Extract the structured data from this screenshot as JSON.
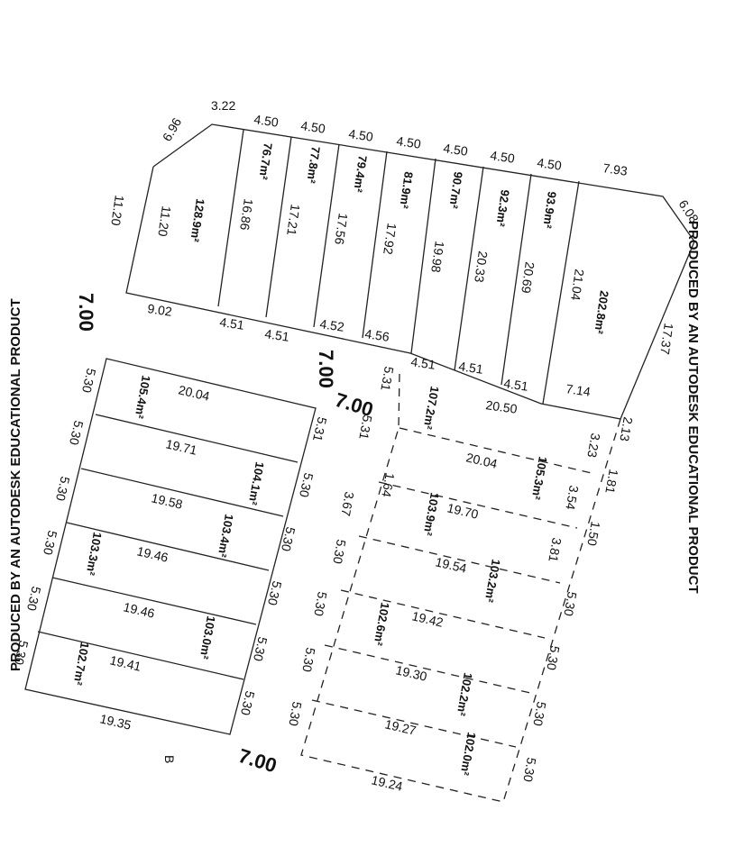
{
  "watermark": {
    "left": "PRODUCED BY AN AUTODESK EDUCATIONAL PRODUCT",
    "right": "PRODUCED BY AN AUTODESK EDUCATIONAL PRODUCT"
  },
  "roads": {
    "r1": "7.00",
    "r2": "7.00",
    "r3": "7.00",
    "r4": "7.00"
  },
  "block_marker": "B",
  "top_block": {
    "dims": [
      "6.96",
      "3.22",
      "4.50",
      "4.50",
      "4.50",
      "4.50",
      "4.50",
      "4.50",
      "4.50",
      "7.93",
      "6.08",
      "11.20",
      "11.20",
      "16.86",
      "17.21",
      "17.56",
      "17.92",
      "19.98",
      "20.33",
      "20.69",
      "21.04",
      "9.02",
      "4.51",
      "4.51",
      "4.52",
      "4.56",
      "4.51",
      "4.51",
      "4.51",
      "7.14",
      "20.50",
      "17.37"
    ],
    "areas": [
      "128.9m²",
      "76.7m²",
      "77.8m²",
      "79.4m²",
      "81.9m²",
      "90.7m²",
      "92.3m²",
      "93.9m²",
      "202.8m²"
    ]
  },
  "left_block": {
    "dims": [
      "20.04",
      "19.71",
      "19.58",
      "19.46",
      "19.46",
      "19.41",
      "19.35",
      "5.30",
      "5.30",
      "5.30",
      "5.30",
      "5.30",
      "5.30",
      "5.31",
      "5.30",
      "5.30",
      "5.30",
      "5.30",
      "5.30"
    ],
    "areas": [
      "105.4m²",
      "104.1m²",
      "103.4m²",
      "103.3m²",
      "103.0m²",
      "102.7m²"
    ]
  },
  "right_block": {
    "dims": [
      "5.31",
      "5.31",
      "20.04",
      "19.70",
      "19.54",
      "19.42",
      "19.30",
      "19.27",
      "19.24",
      "1.64",
      "3.67",
      "5.30",
      "5.30",
      "5.30",
      "5.30",
      "2.13",
      "3.23",
      "1.81",
      "3.54",
      "1.50",
      "3.81",
      "5.30",
      "5.30",
      "5.30",
      "5.30"
    ],
    "areas": [
      "107.2m²",
      "105.3m²",
      "103.9m²",
      "103.2m²",
      "102.6m²",
      "102.2m²",
      "102.0m²"
    ]
  }
}
